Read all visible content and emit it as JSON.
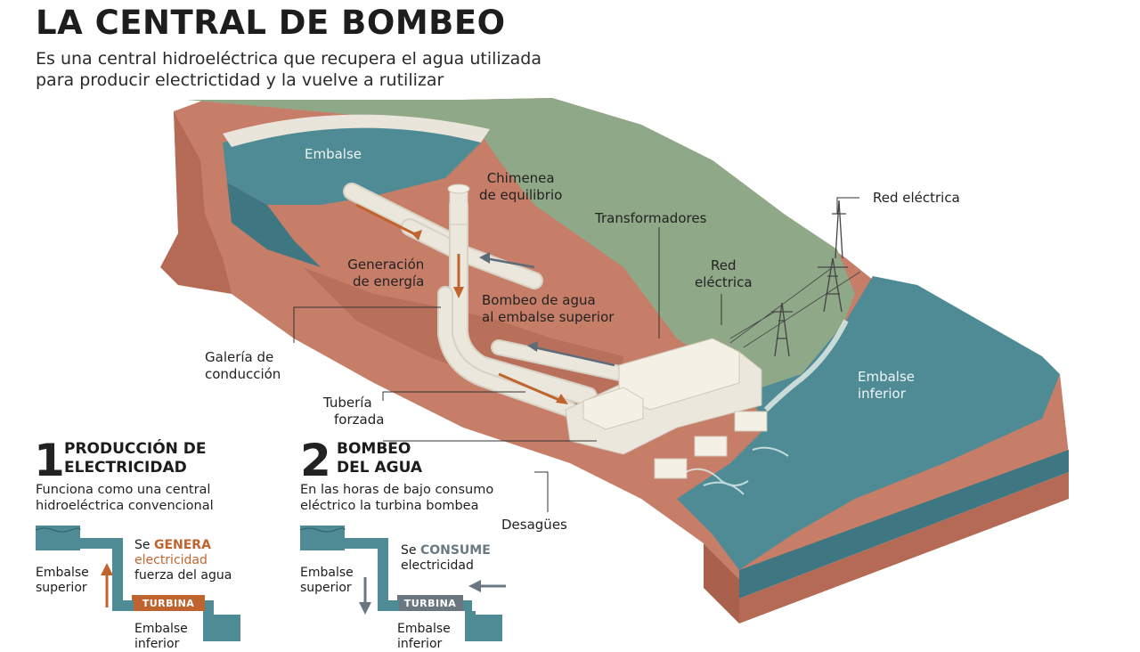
{
  "header": {
    "title": "LA CENTRAL DE BOMBEO",
    "subtitle_line1": "Es una central hidroeléctrica que recupera el agua utilizada",
    "subtitle_line2": "para producir electrictidad y la vuelve a rutilizar"
  },
  "labels": {
    "embalse": "Embalse",
    "chimenea_1": "Chimenea",
    "chimenea_2": "de equilibrio",
    "red_electrica_top": "Red eléctrica",
    "transformadores": "Transformadores",
    "red_1": "Red",
    "red_2": "eléctrica",
    "generacion_1": "Generación",
    "generacion_2": "de energía",
    "bombeo_1": "Bombeo de agua",
    "bombeo_2": "al embalse superior",
    "galeria_1": "Galería de",
    "galeria_2": "conducción",
    "tuberia_1": "Tubería",
    "tuberia_2": "forzada",
    "embalse_inferior_1": "Embalse",
    "embalse_inferior_2": "inferior",
    "desagues": "Desagües"
  },
  "sections": [
    {
      "number": "1",
      "title_1": "PRODUCCIÓN DE",
      "title_2": "ELECTRICIDAD",
      "desc_1": "Funciona como una central",
      "desc_2": "hidroeléctrica convencional",
      "se": "Se",
      "keyword": "GENERA",
      "effect_1": "electricidad",
      "effect_2": "fuerza del agua",
      "upper_1": "Embalse",
      "upper_2": "superior",
      "turbine": "TURBINA",
      "lower_1": "Embalse",
      "lower_2": "inferior"
    },
    {
      "number": "2",
      "title_1": "BOMBEO",
      "title_2": "DEL AGUA",
      "desc_1": "En las horas de bajo consumo",
      "desc_2": "eléctrico la turbina bombea",
      "se": "Se",
      "keyword": "CONSUME",
      "effect_1": "electricidad",
      "upper_1": "Embalse",
      "upper_2": "superior",
      "turbine": "TURBINA",
      "lower_1": "Embalse",
      "lower_2": "inferior"
    }
  ],
  "colors": {
    "terrain": "#c77e68",
    "terrain_dark": "#a9604c",
    "grass": "#8fa888",
    "water": "#4f8b95",
    "water_light": "#6fa2aa",
    "pipe": "#ece7dc",
    "arrow_generation": "#c0642f",
    "arrow_pumping": "#5d6c78"
  }
}
